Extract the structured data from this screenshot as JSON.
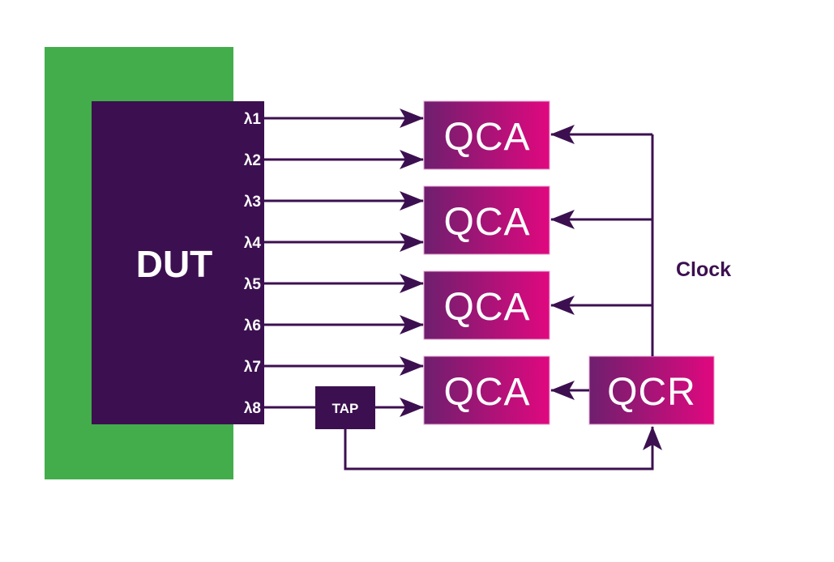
{
  "colors": {
    "green": "#43ad4b",
    "dark_purple": "#3c1050",
    "grad_start": "#6e1f6e",
    "grad_end": "#e0087f",
    "white": "#ffffff"
  },
  "dut": {
    "label": "DUT"
  },
  "channels": [
    "λ1",
    "λ2",
    "λ3",
    "λ4",
    "λ5",
    "λ6",
    "λ7",
    "λ8"
  ],
  "qca_blocks": [
    {
      "label": "QCA",
      "inputs": [
        "λ1",
        "λ2"
      ]
    },
    {
      "label": "QCA",
      "inputs": [
        "λ3",
        "λ4"
      ]
    },
    {
      "label": "QCA",
      "inputs": [
        "λ5",
        "λ6"
      ]
    },
    {
      "label": "QCA",
      "inputs": [
        "λ7",
        "λ8"
      ]
    }
  ],
  "tap": {
    "label": "TAP",
    "input": "λ8"
  },
  "qcr": {
    "label": "QCR"
  },
  "clock": {
    "label": "Clock"
  }
}
